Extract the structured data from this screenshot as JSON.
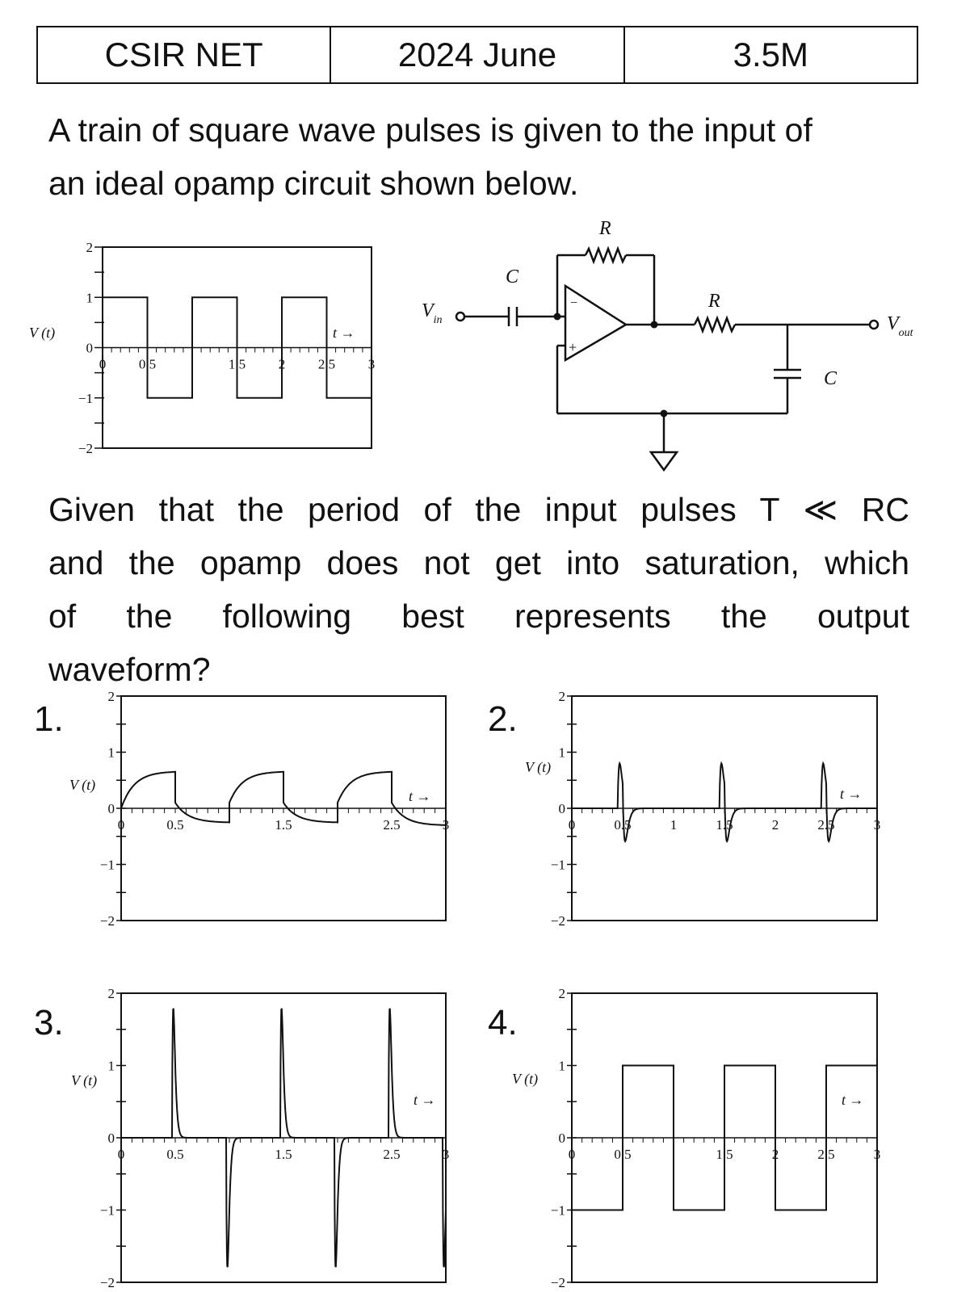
{
  "header": {
    "exam": "CSIR NET",
    "session": "2024 June",
    "marks": "3.5M"
  },
  "question": {
    "line1": "A train of square wave pulses is given to the input of",
    "line2": "an ideal opamp circuit shown below.",
    "cont1": "Given that the period of the input pulses T ≪ RC",
    "cont2": "and the opamp does not get into saturation, which",
    "cont3": "of the following best represents the output",
    "cont4": "waveform?"
  },
  "circuit": {
    "vin_label": "V",
    "vin_sub": "in",
    "vout_label": "V",
    "vout_sub": "out",
    "cap_label": "C",
    "res_label": "R",
    "minus": "−",
    "plus": "+"
  },
  "plot_labels": {
    "ylabel": "V (t)",
    "tlabel": "t →"
  },
  "options": [
    "1.",
    "2.",
    "3.",
    "4."
  ],
  "chart_data": [
    {
      "id": "input",
      "type": "line",
      "xlim": [
        0,
        3
      ],
      "ylim": [
        -2,
        2
      ],
      "xticks": [
        "0",
        "0.5",
        "1.5",
        "2",
        "2.5",
        "3"
      ],
      "yticks": [
        "2",
        "1",
        "0",
        "−1",
        "−2"
      ],
      "ylabel": "V (t)",
      "tlabel": "t →",
      "series": [
        {
          "x": [
            0,
            0.5,
            0.5,
            1,
            1,
            1.5,
            1.5,
            2,
            2,
            2.5,
            2.5,
            3
          ],
          "y": [
            1,
            1,
            -1,
            -1,
            1,
            1,
            -1,
            -1,
            1,
            1,
            -1,
            -1
          ]
        }
      ]
    },
    {
      "id": "option-1",
      "type": "line",
      "xlim": [
        0,
        3
      ],
      "ylim": [
        -2,
        2
      ],
      "xticks": [
        "0",
        "0.5",
        "1.5",
        "2.5",
        "3"
      ],
      "yticks": [
        "2",
        "1",
        "0",
        "−1",
        "−2"
      ],
      "ylabel": "V (t)",
      "tlabel": "t →",
      "series": [
        {
          "x": [
            0,
            0.1,
            0.2,
            0.3,
            0.5,
            0.5,
            0.6,
            0.8,
            1,
            1,
            1.2,
            1.5,
            1.5,
            1.7,
            2,
            2,
            2.2,
            2.5,
            2.5,
            3
          ],
          "y": [
            0,
            0.35,
            0.5,
            0.6,
            0.65,
            0.1,
            -0.1,
            -0.2,
            -0.25,
            0.1,
            0.5,
            0.65,
            0.1,
            -0.15,
            -0.25,
            0.1,
            0.5,
            0.65,
            0.1,
            -0.3
          ]
        }
      ]
    },
    {
      "id": "option-2",
      "type": "line",
      "xlim": [
        0,
        3
      ],
      "ylim": [
        -2,
        2
      ],
      "xticks": [
        "0",
        "0.5",
        "1",
        "1.5",
        "2",
        "2.5",
        "3"
      ],
      "yticks": [
        "2",
        "1",
        "0",
        "−1",
        "−2"
      ],
      "ylabel": "V (t)",
      "tlabel": "t →",
      "series": [
        {
          "spike_times": [
            0.5,
            1.5,
            2.5
          ],
          "peak": 0.8,
          "trough": -0.8
        }
      ]
    },
    {
      "id": "option-3",
      "type": "line",
      "xlim": [
        0,
        3
      ],
      "ylim": [
        -2,
        2
      ],
      "xticks": [
        "0",
        "0.5",
        "1.5",
        "2.5",
        "3"
      ],
      "yticks": [
        "2",
        "1",
        "0",
        "−1",
        "−2"
      ],
      "ylabel": "V (t)",
      "tlabel": "t →",
      "series": [
        {
          "pos_spike_times": [
            0.5,
            1.5,
            2.5
          ],
          "neg_spike_times": [
            1,
            2,
            3
          ],
          "peak": 1.8,
          "trough": -1.8
        }
      ]
    },
    {
      "id": "option-4",
      "type": "line",
      "xlim": [
        0,
        3
      ],
      "ylim": [
        -2,
        2
      ],
      "xticks": [
        "0",
        "0.5",
        "1.5",
        "2",
        "2.5",
        "3"
      ],
      "yticks": [
        "2",
        "1",
        "0",
        "−1",
        "−2"
      ],
      "ylabel": "V (t)",
      "tlabel": "t →",
      "series": [
        {
          "x": [
            0,
            0.5,
            0.5,
            1,
            1,
            1.5,
            1.5,
            2,
            2,
            2.5,
            2.5,
            3
          ],
          "y": [
            -1,
            -1,
            1,
            1,
            -1,
            -1,
            1,
            1,
            -1,
            -1,
            1,
            1
          ]
        }
      ]
    }
  ]
}
